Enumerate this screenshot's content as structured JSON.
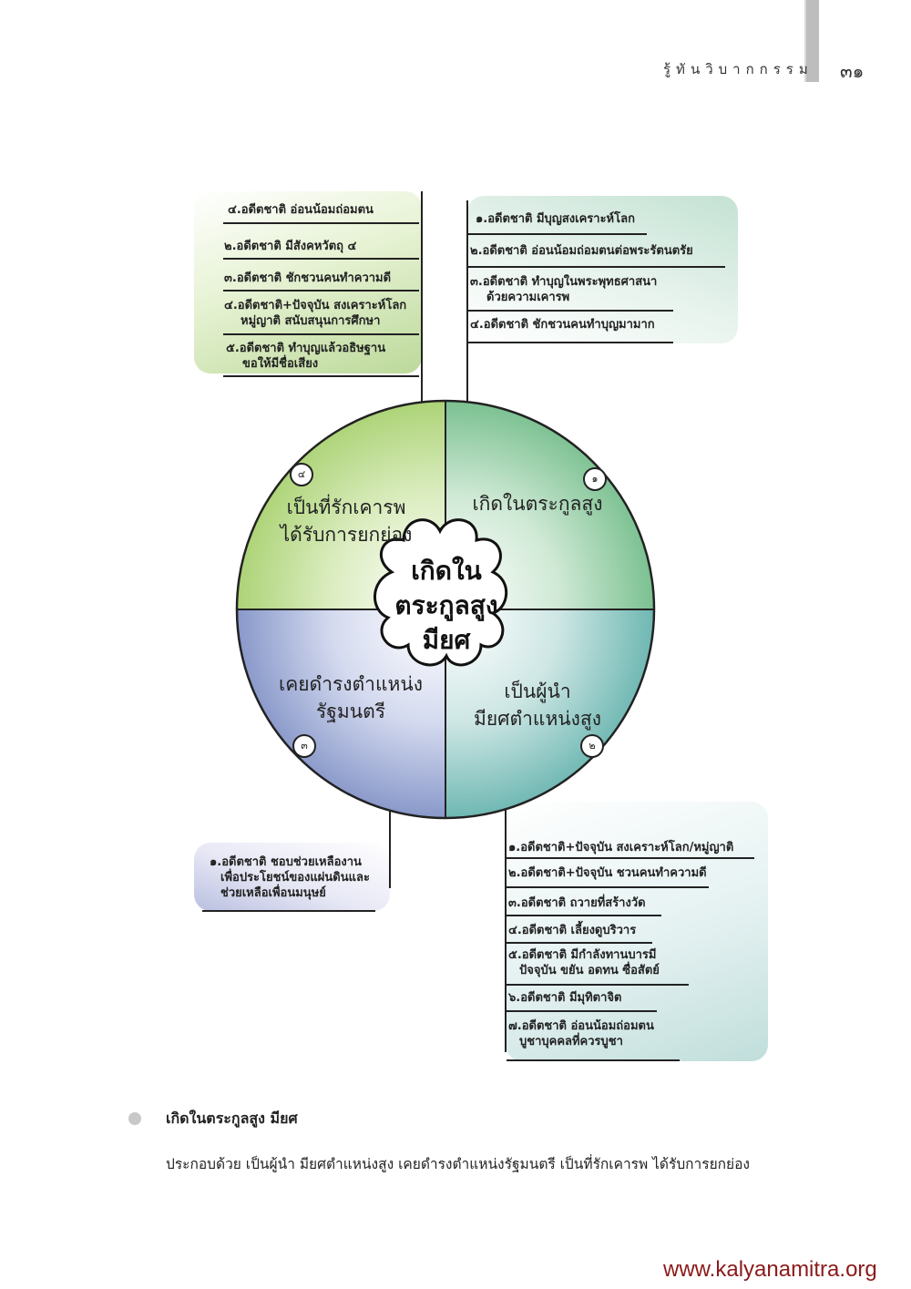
{
  "header": {
    "book_title": "รู้ทันวิบากกรรม",
    "page_number": "๓๑"
  },
  "diagram": {
    "center": {
      "lines": [
        "เกิดใน",
        "ตระกูลสูง",
        "มียศ"
      ]
    },
    "quadrants": [
      {
        "number": "๑",
        "position": "top-right",
        "lines": [
          "เกิดในตระกูลสูง"
        ],
        "color": "#5fb37a"
      },
      {
        "number": "๒",
        "position": "bottom-right",
        "lines": [
          "เป็นผู้นำ",
          "มียศตำแหน่งสูง"
        ],
        "color": "#4fa8a2"
      },
      {
        "number": "๓",
        "position": "bottom-left",
        "lines": [
          "เคยดำรงตำแหน่ง",
          "รัฐมนตรี"
        ],
        "color": "#6f82bd"
      },
      {
        "number": "๔",
        "position": "top-left",
        "lines": [
          "เป็นที่รักเคารพ",
          "ได้รับการยกย่อง"
        ],
        "color": "#9ccb5e"
      }
    ],
    "branches": {
      "top_left": [
        {
          "lines": [
            "๔.อดีตชาติ อ่อนน้อมถ่อมตน"
          ]
        },
        {
          "lines": [
            "๒.อดีตชาติ มีสังคหวัตถุ ๔"
          ]
        },
        {
          "lines": [
            "๓.อดีตชาติ ชักชวนคนทำความดี"
          ]
        },
        {
          "lines": [
            "๔.อดีตชาติ+ปัจจุบัน สงเคราะห์โลก",
            "หมู่ญาติ สนับสนุนการศึกษา"
          ]
        },
        {
          "lines": [
            "๕.อดีตชาติ ทำบุญแล้วอธิษฐาน",
            "ขอให้มีชื่อเสียง"
          ]
        }
      ],
      "top_right": [
        {
          "lines": [
            "๑.อดีตชาติ มีบุญสงเคราะห์โลก"
          ]
        },
        {
          "lines": [
            "๒.อดีตชาติ อ่อนน้อมถ่อมตนต่อพระรัตนตรัย"
          ]
        },
        {
          "lines": [
            "๓.อดีตชาติ ทำบุญในพระพุทธศาสนา",
            "ด้วยความเคารพ"
          ]
        },
        {
          "lines": [
            "๔.อดีตชาติ ชักชวนคนทำบุญมามาก"
          ]
        }
      ],
      "bottom_left": [
        {
          "lines": [
            "๑.อดีตชาติ ชอบช่วยเหลืองาน",
            "เพื่อประโยชน์ของแผ่นดินและ",
            "ช่วยเหลือเพื่อนมนุษย์"
          ]
        }
      ],
      "bottom_right": [
        {
          "lines": [
            "๑.อดีตชาติ+ปัจจุบัน สงเคราะห์โลก/หมู่ญาติ"
          ]
        },
        {
          "lines": [
            "๒.อดีตชาติ+ปัจจุบัน ชวนคนทำความดี"
          ]
        },
        {
          "lines": [
            "๓.อดีตชาติ ถวายที่สร้างวัด"
          ]
        },
        {
          "lines": [
            "๔.อดีตชาติ เลี้ยงดูบริวาร"
          ]
        },
        {
          "lines": [
            "๕.อดีตชาติ มีกำลังทานบารมี",
            "ปัจจุบัน ขยัน อดทน ซื่อสัตย์"
          ]
        },
        {
          "lines": [
            "๖.อดีตชาติ มีมุทิตาจิต"
          ]
        },
        {
          "lines": [
            "๗.อดีตชาติ อ่อนน้อมถ่อมตน",
            "บูชาบุคคลที่ควรบูชา"
          ]
        }
      ]
    }
  },
  "section": {
    "title": "เกิดในตระกูลสูง มียศ",
    "body": "ประกอบด้วย เป็นผู้นำ มียศตำแหน่งสูง เคยดำรงตำแหน่งรัฐมนตรี เป็นที่รักเคารพ ได้รับการยกย่อง"
  },
  "footer": {
    "url": "www.kalyanamitra.org"
  }
}
